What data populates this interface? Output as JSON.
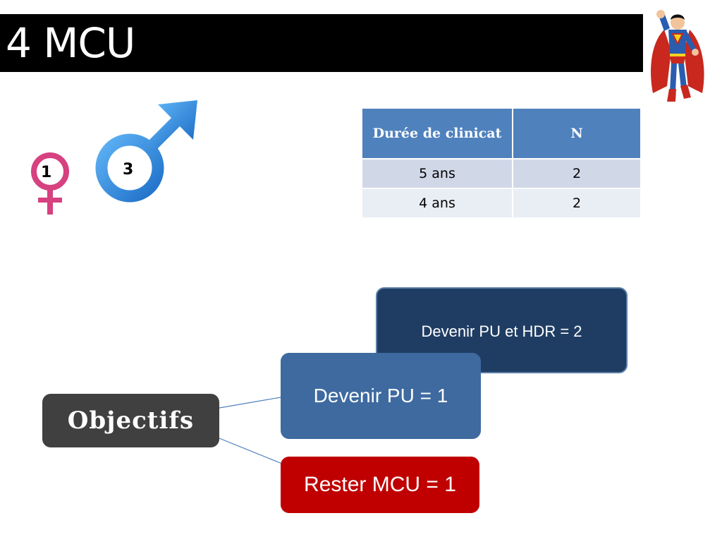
{
  "slide": {
    "title": "4 MCU"
  },
  "gender": {
    "female_count": "1",
    "male_count": "3",
    "female_color": "#d6417f",
    "male_color": "#2f8de0"
  },
  "table": {
    "headers": [
      "Durée de clinicat",
      "N"
    ],
    "rows": [
      [
        "5 ans",
        "2"
      ],
      [
        "4 ans",
        "2"
      ]
    ],
    "header_color": "#4f81bd"
  },
  "diagram": {
    "root": "Objectifs",
    "branches": [
      "Devenir PU et HDR  = 2",
      "Devenir PU = 1",
      "Rester MCU = 1"
    ],
    "colors": {
      "root": "#404040",
      "hdr": "#1f3d63",
      "pu": "#3e6a9f",
      "mcu": "#c00000"
    }
  },
  "illustration": {
    "icon": "superhero-icon"
  }
}
